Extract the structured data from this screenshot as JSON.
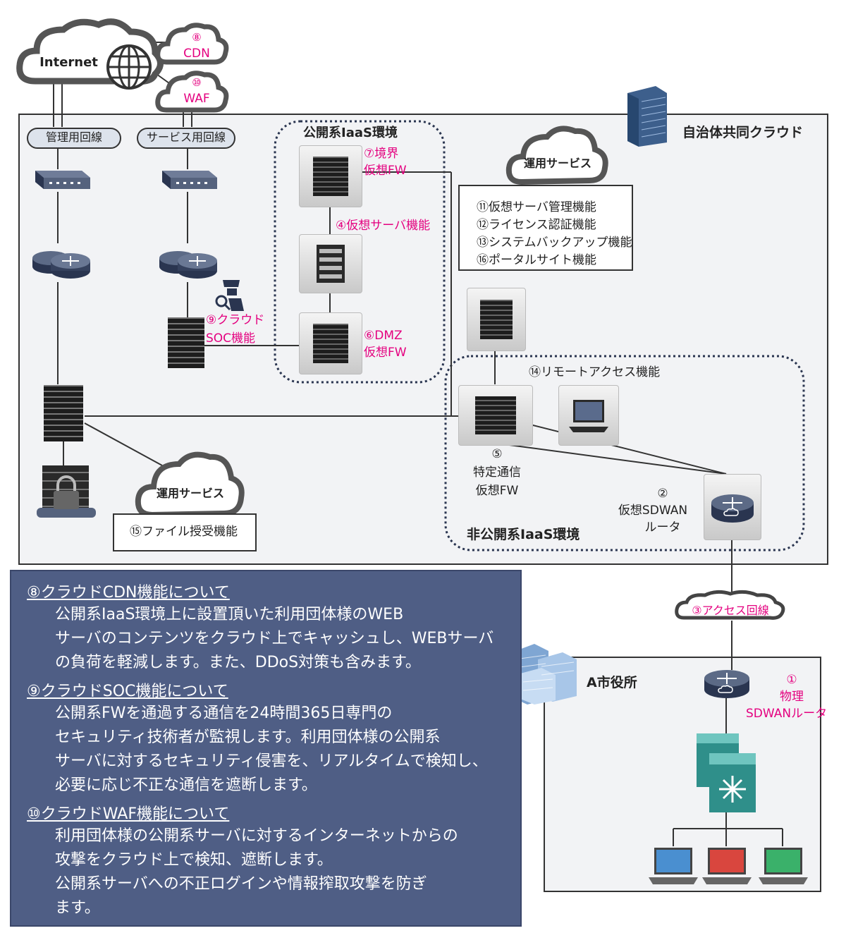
{
  "clouds": {
    "internet": "Internet",
    "cdn_num": "⑧",
    "cdn": "CDN",
    "waf_num": "⑩",
    "waf": "WAF",
    "ops_service_top": "運用サービス",
    "ops_service_bottom": "運用サービス",
    "access_line": "③アクセス回線"
  },
  "regions": {
    "municipal_cloud": "自治体共同クラウド",
    "public_iaas": "公開系IaaS環境",
    "private_iaas": "非公開系IaaS環境",
    "city_hall": "A市役所"
  },
  "lines": {
    "management": "管理用回線",
    "service": "サービス用回線"
  },
  "labels": {
    "boundary_fw_1": "⑦境界",
    "boundary_fw_2": "仮想FW",
    "virtual_server": "④仮想サーバ機能",
    "dmz_fw_1": "⑥DMZ",
    "dmz_fw_2": "仮想FW",
    "cloud_soc_1": "⑨クラウド",
    "cloud_soc_2": "SOC機能",
    "remote_access": "⑭リモートアクセス機能",
    "specific_fw_1": "⑤",
    "specific_fw_2": "特定通信",
    "specific_fw_3": "仮想FW",
    "vsdwan_1": "②",
    "vsdwan_2": "仮想SDWAN",
    "vsdwan_3": "ルータ",
    "phys_sdwan_1": "①",
    "phys_sdwan_2": "物理",
    "phys_sdwan_3": "SDWANルータ"
  },
  "ops_functions": [
    "⑪仮想サーバ管理機能",
    "⑫ライセンス認証機能",
    "⑬システムバックアップ機能",
    "⑯ポータルサイト機能"
  ],
  "file_transfer": "⑮ファイル授受機能",
  "notes": {
    "cdn_title": "⑧クラウドCDN機能について",
    "cdn_lines": [
      "公開系IaaS環境上に設置頂いた利用団体様のWEB",
      "サーバのコンテンツをクラウド上でキャッシュし、WEBサーバ",
      "の負荷を軽減します。また、DDoS対策も含みます。"
    ],
    "soc_title": "⑨クラウドSOC機能について",
    "soc_lines": [
      "公開系FWを通過する通信を24時間365日専門の",
      "セキュリティ技術者が監視します。利用団体様の公開系",
      "サーバに対するセキュリティ侵害を、リアルタイムで検知し、",
      "必要に応じ不正な通信を遮断します。"
    ],
    "waf_title": "⑩クラウドWAF機能について",
    "waf_lines": [
      "利用団体様の公開系サーバに対するインターネットからの",
      "攻撃をクラウド上で検知、遮断します。",
      "公開系サーバへの不正ログインや情報搾取攻撃を防ぎ",
      "ます。"
    ]
  },
  "colors": {
    "pink": "#e4007f",
    "notes_bg": "#4f5e85",
    "cloud_bg": "#f2f3f5"
  }
}
